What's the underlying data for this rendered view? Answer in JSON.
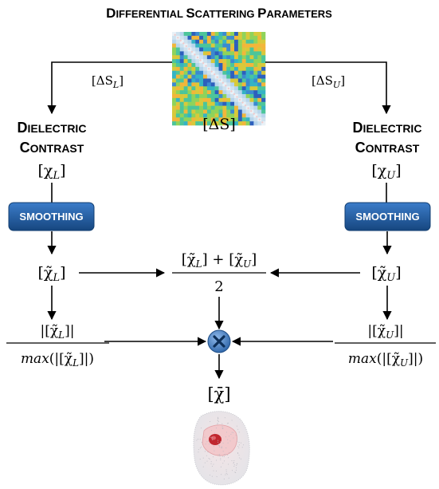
{
  "title": {
    "cap": "D",
    "rest": "IFFERENTIAL ",
    "cap2": "S",
    "rest2": "CATTERING ",
    "cap3": "P",
    "rest3": "ARAMETERS"
  },
  "matrix_label": "[ΔS]",
  "branch_left": {
    "delta_label": "[ΔS",
    "delta_sub": "L",
    "contrast_line1_cap": "D",
    "contrast_line1_rest": "IELECTRIC",
    "contrast_line2_cap": "C",
    "contrast_line2_rest": "ONTRAST",
    "chi_label": "[χ",
    "chi_sub": "L",
    "smoothing": "SMOOTHING",
    "chi_tilde": "[χ̃",
    "norm_num": "|[χ̃",
    "norm_den_fn": "max",
    "norm_den": "(|[χ̃"
  },
  "branch_right": {
    "delta_label": "[ΔS",
    "delta_sub": "U",
    "contrast_line1_cap": "D",
    "contrast_line1_rest": "IELECTRIC",
    "contrast_line2_cap": "C",
    "contrast_line2_rest": "ONTRAST",
    "chi_label": "[χ",
    "chi_sub": "U",
    "smoothing": "SMOOTHING",
    "chi_tilde": "[χ̃",
    "norm_num": "|[χ̃",
    "norm_den_fn": "max",
    "norm_den": "(|[χ̃"
  },
  "center": {
    "avg_plus": "+",
    "avg_den": "2",
    "multiply_symbol": "×",
    "result": "[χ̄]"
  },
  "colors": {
    "button": "#1f5fa8",
    "button_dark": "#143f73",
    "multiply": "#3a78c2",
    "arrow": "#000000"
  },
  "icons": [
    "multiply-icon",
    "head-model-image",
    "scattering-matrix-image"
  ]
}
